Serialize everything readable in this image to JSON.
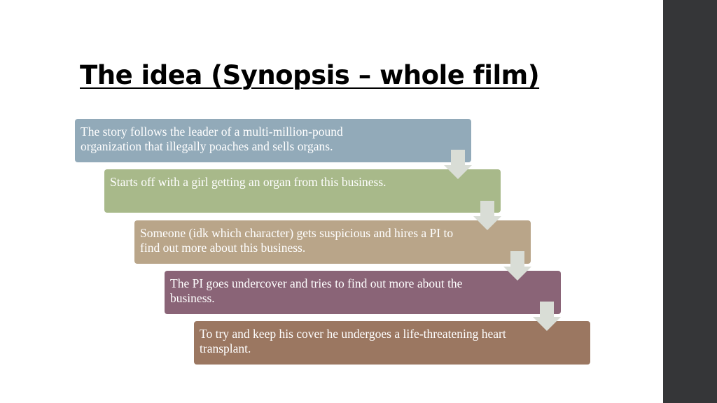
{
  "slide": {
    "title": "The idea (Synopsis – whole film)"
  },
  "steps": [
    {
      "text": "The story follows the leader of a multi-million-pound organization that illegally poaches and sells organs.",
      "color": "#92aab9"
    },
    {
      "text": "Starts off with a girl getting an organ from this business.",
      "color": "#a8b98a"
    },
    {
      "text": "Someone (idk which character) gets suspicious and hires a PI to find out more about this business.",
      "color": "#b9a589"
    },
    {
      "text": "The PI goes undercover and tries to find out more about the business.",
      "color": "#8a6477"
    },
    {
      "text": "To try and keep his cover he undergoes a life-threatening heart transplant.",
      "color": "#9b7761"
    }
  ],
  "colors": {
    "sidebar": "#353638",
    "arrow": "#d9ddd6"
  }
}
